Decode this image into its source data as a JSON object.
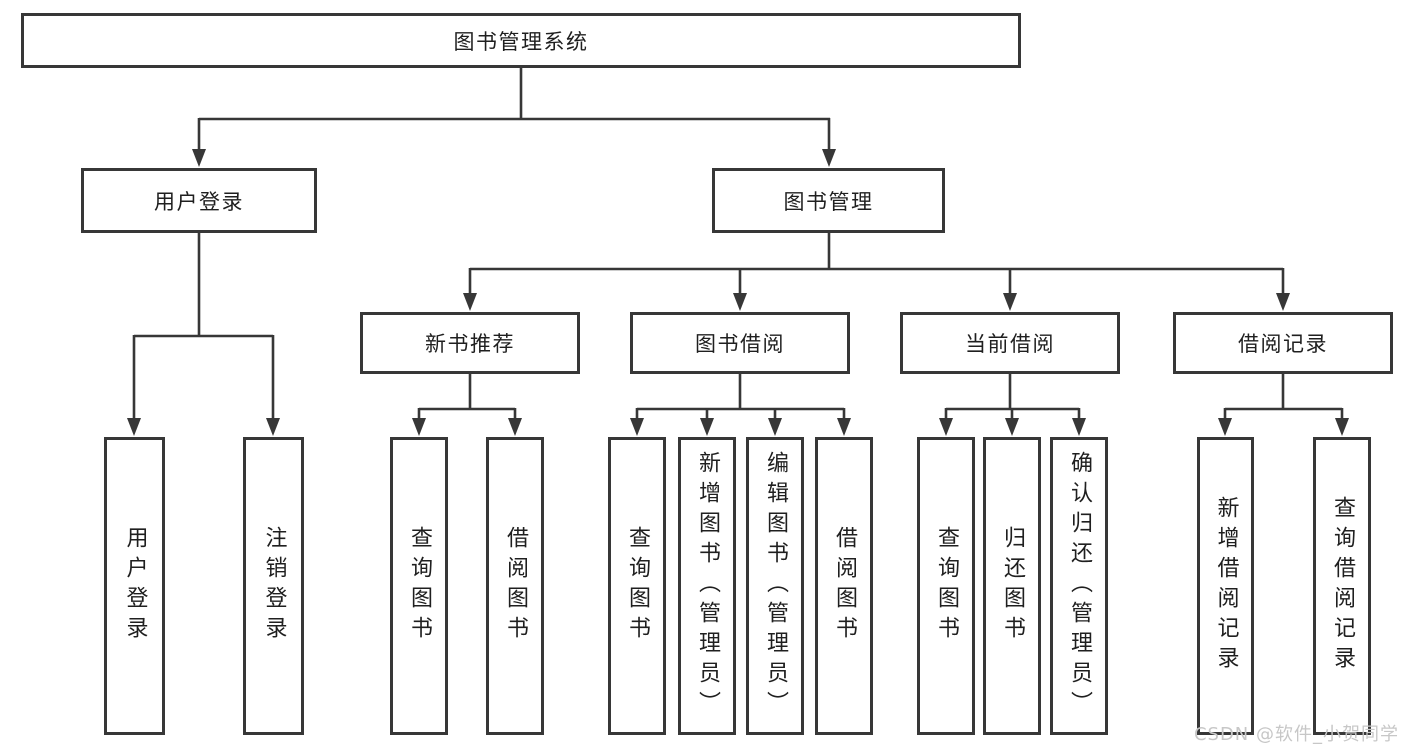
{
  "colors": {
    "background": "#ffffff",
    "line": "#373737",
    "box_border": "#373737",
    "box_fill": "#ffffff",
    "text": "#1f1f1f",
    "watermark": "#c7c7c7"
  },
  "diagram": {
    "root": "图书管理系统",
    "branches": [
      {
        "label": "用户登录",
        "children": [
          "用户登录",
          "注销登录"
        ]
      },
      {
        "label": "图书管理",
        "sections": [
          {
            "label": "新书推荐",
            "children": [
              "查询图书",
              "借阅图书"
            ]
          },
          {
            "label": "图书借阅",
            "children": [
              "查询图书",
              "新增图书（管理员）",
              "编辑图书（管理员）",
              "借阅图书"
            ]
          },
          {
            "label": "当前借阅",
            "children": [
              "查询图书",
              "归还图书",
              "确认归还（管理员）"
            ]
          },
          {
            "label": "借阅记录",
            "children": [
              "新增借阅记录",
              "查询借阅记录"
            ]
          }
        ]
      }
    ]
  },
  "watermark": "CSDN @软件_小贺同学"
}
